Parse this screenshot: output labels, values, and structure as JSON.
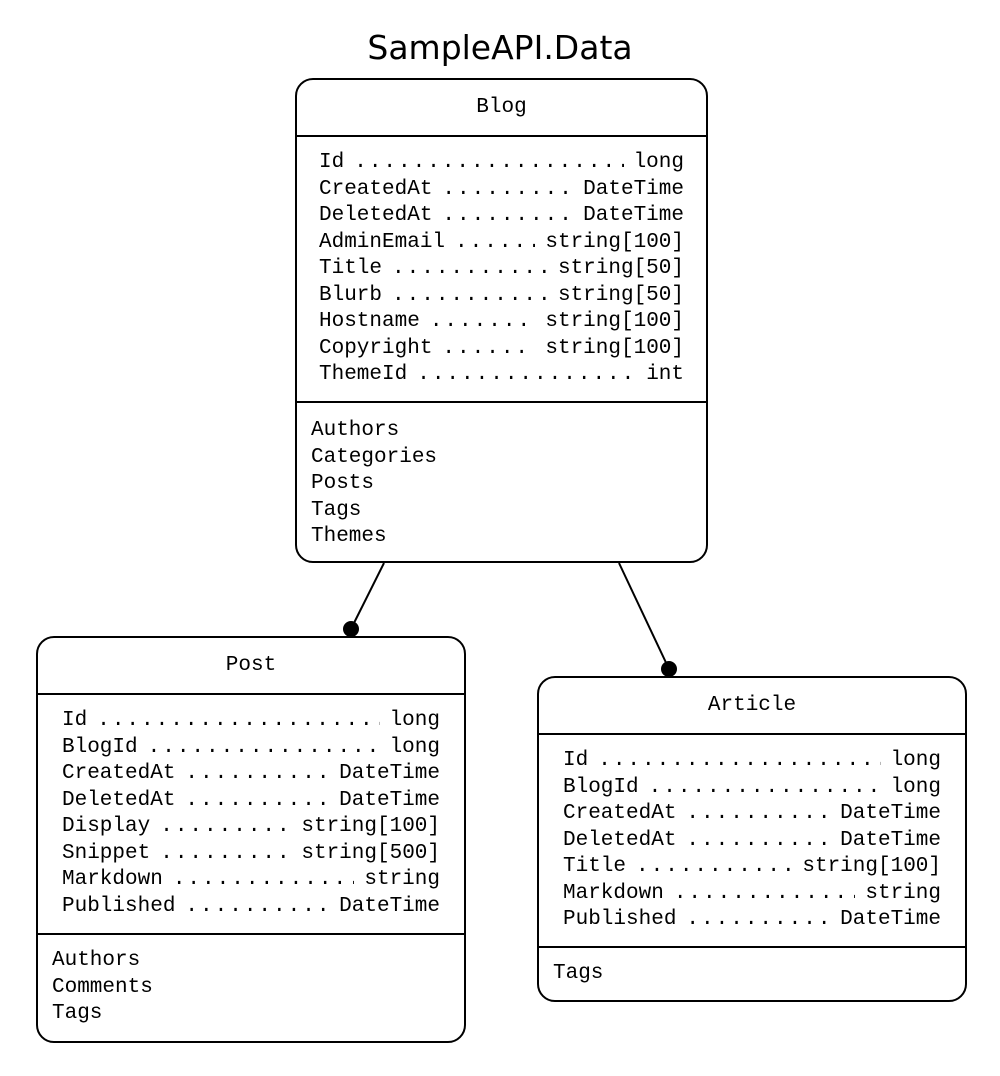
{
  "diagram": {
    "title": "SampleAPI.Data"
  },
  "entities": {
    "blog": {
      "name": "Blog",
      "fields": [
        {
          "name": "Id",
          "type": "long"
        },
        {
          "name": "CreatedAt",
          "type": "DateTime"
        },
        {
          "name": "DeletedAt",
          "type": "DateTime"
        },
        {
          "name": "AdminEmail",
          "type": "string[100]"
        },
        {
          "name": "Title",
          "type": "string[50]"
        },
        {
          "name": "Blurb",
          "type": "string[50]"
        },
        {
          "name": "Hostname",
          "type": "string[100]"
        },
        {
          "name": "Copyright",
          "type": "string[100]"
        },
        {
          "name": "ThemeId",
          "type": "int"
        }
      ],
      "navigation": [
        "Authors",
        "Categories",
        "Posts",
        "Tags",
        "Themes"
      ]
    },
    "post": {
      "name": "Post",
      "fields": [
        {
          "name": "Id",
          "type": "long"
        },
        {
          "name": "BlogId",
          "type": "long"
        },
        {
          "name": "CreatedAt",
          "type": "DateTime"
        },
        {
          "name": "DeletedAt",
          "type": "DateTime"
        },
        {
          "name": "Display",
          "type": "string[100]"
        },
        {
          "name": "Snippet",
          "type": "string[500]"
        },
        {
          "name": "Markdown",
          "type": "string"
        },
        {
          "name": "Published",
          "type": "DateTime"
        }
      ],
      "navigation": [
        "Authors",
        "Comments",
        "Tags"
      ]
    },
    "article": {
      "name": "Article",
      "fields": [
        {
          "name": "Id",
          "type": "long"
        },
        {
          "name": "BlogId",
          "type": "long"
        },
        {
          "name": "CreatedAt",
          "type": "DateTime"
        },
        {
          "name": "DeletedAt",
          "type": "DateTime"
        },
        {
          "name": "Title",
          "type": "string[100]"
        },
        {
          "name": "Markdown",
          "type": "string"
        },
        {
          "name": "Published",
          "type": "DateTime"
        }
      ],
      "navigation": [
        "Tags"
      ]
    }
  },
  "relations": [
    {
      "from": "Blog",
      "to": "Post"
    },
    {
      "from": "Blog",
      "to": "Article"
    }
  ]
}
